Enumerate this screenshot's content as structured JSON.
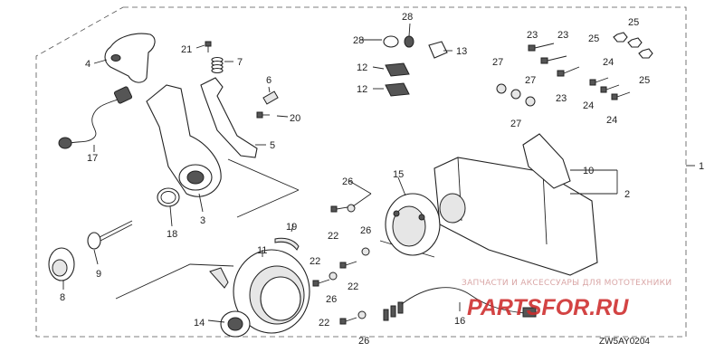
{
  "diagram": {
    "callouts": {
      "c1": "1",
      "c2": "2",
      "c3": "3",
      "c4": "4",
      "c5": "5",
      "c6": "6",
      "c7": "7",
      "c8": "8",
      "c9": "9",
      "c10": "10",
      "c11": "11",
      "c12a": "12",
      "c12b": "12",
      "c13": "13",
      "c14": "14",
      "c15": "15",
      "c16": "16",
      "c17": "17",
      "c18": "18",
      "c19": "19",
      "c20": "20",
      "c21": "21",
      "c22a": "22",
      "c22b": "22",
      "c22c": "22",
      "c22d": "22",
      "c23a": "23",
      "c23b": "23",
      "c23c": "23",
      "c24a": "24",
      "c24b": "24",
      "c24c": "24",
      "c25a": "25",
      "c25b": "25",
      "c25c": "25",
      "c26a": "26",
      "c26b": "26",
      "c26c": "26",
      "c26d": "26",
      "c27a": "27",
      "c27b": "27",
      "c27c": "27",
      "c28a": "28",
      "c28b": "28"
    },
    "diagram_code": "ZW5AY0204"
  },
  "watermark": {
    "line1": "ЗАПЧАСТИ И АКСЕССУАРЫ ДЛЯ МОТОТЕХНИКИ",
    "line2": "PARTSFOR.RU"
  }
}
